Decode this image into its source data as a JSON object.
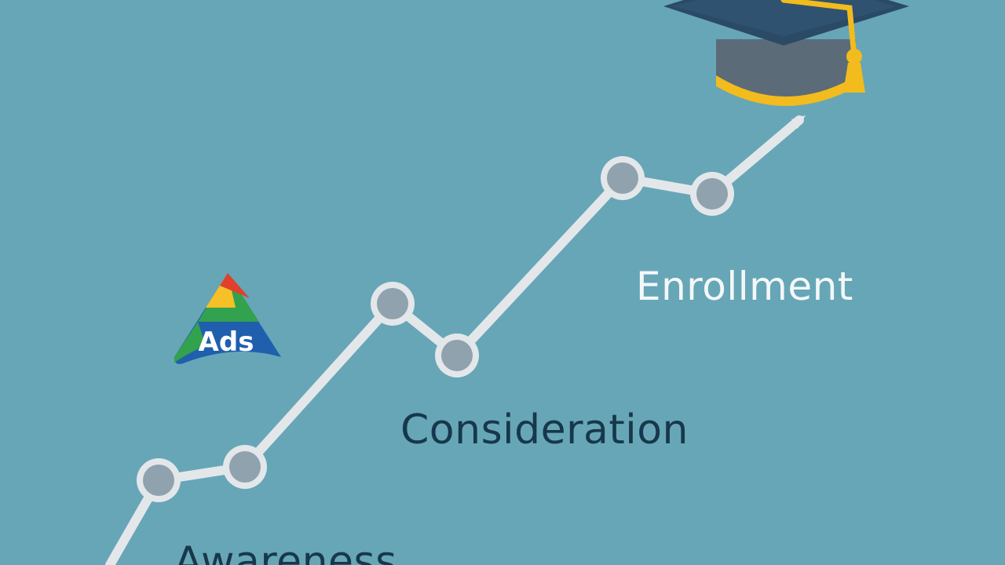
{
  "stages": [
    {
      "id": "awareness",
      "label": "Awareness"
    },
    {
      "id": "consideration",
      "label": "Consideration"
    },
    {
      "id": "enrollment",
      "label": "Enrollment"
    }
  ],
  "logo": {
    "text": "Ads",
    "icon": "ads-logo-icon"
  },
  "goal_icon": "graduation-cap-icon",
  "colors": {
    "background": "#66a6b7",
    "path": "#e3e7ea",
    "node_fill": "#8fa2ad",
    "dark_text": "#17384a",
    "light_text": "#f4f7f8",
    "cap_dark": "#2b4a66",
    "cap_gold": "#f2bb1e",
    "logo_blue": "#1f5fae",
    "logo_green": "#32a24e",
    "logo_yellow": "#f6c026",
    "logo_red": "#e0412d"
  }
}
